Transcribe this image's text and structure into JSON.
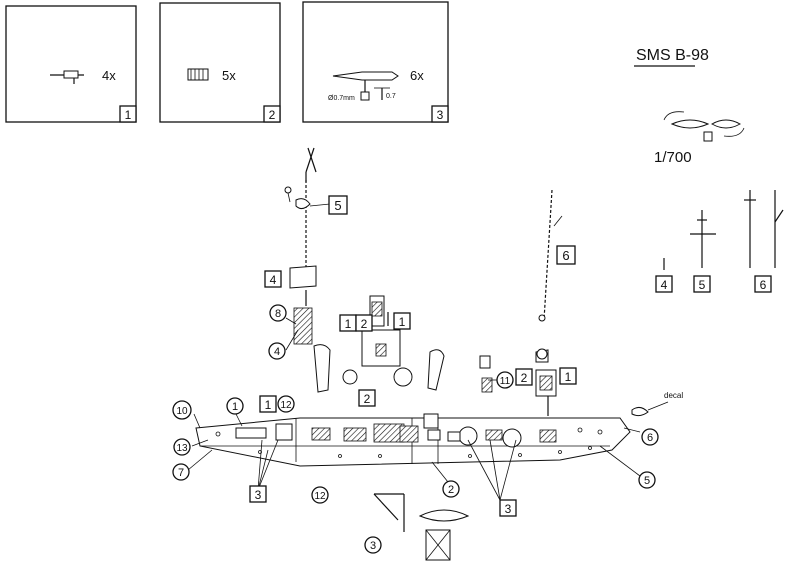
{
  "title": "SMS B-98",
  "scale": "1/700",
  "decal_label": "decal",
  "inset_panels": [
    {
      "number": "1",
      "qty": "4x"
    },
    {
      "number": "2",
      "qty": "5x"
    },
    {
      "number": "3",
      "qty": "6x",
      "note_dia": "Ø0.7mm",
      "note_len": "0.7"
    }
  ],
  "mast_details": [
    "4",
    "5",
    "6"
  ],
  "callouts": {
    "sq": {
      "mast5": "5",
      "mast6": "6",
      "top4": "4",
      "g1a": "1",
      "g2": "2",
      "g1b": "1",
      "bow1": "1",
      "mid2": "2",
      "aft2": "2",
      "aft1": "1",
      "low3": "3",
      "low3b": "3"
    },
    "circ": {
      "c8": "8",
      "c4": "4",
      "c10": "10",
      "c1": "1",
      "c12a": "12",
      "c13": "13",
      "c7": "7",
      "c12b": "12",
      "c2": "2",
      "c3": "3",
      "c11": "11",
      "c6": "6",
      "c5": "5"
    }
  }
}
